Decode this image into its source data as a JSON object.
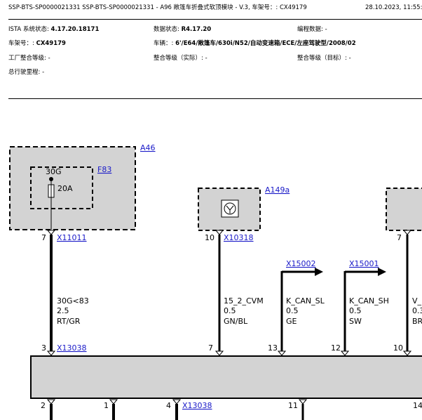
{
  "header": {
    "title": "SSP-BTS-SP0000021331  SSP-BTS-SP0000021331  - A96 敞篷车折叠式软顶模块 - V.3, 车架号：: CX49179",
    "date": "28.10.2023,  11:55:",
    "fields": [
      {
        "label": "ISTA 系统状态: ",
        "value": "4.17.20.18171"
      },
      {
        "label": "数据状态: ",
        "value": "R4.17.20"
      },
      {
        "label": "编程数据: ",
        "value": "-"
      },
      {
        "label": "车架号：: ",
        "value": "CX49179"
      },
      {
        "label": "车辆：: ",
        "value": "6'/E64/敞篷车/630i/N52/自动变速箱/ECE/左座驾驶型/2008/02"
      },
      {
        "label": "工厂整合等级: ",
        "value": "-"
      },
      {
        "label": "整合等级（实际）: ",
        "value": "-"
      },
      {
        "label": "整合等级（目标）: ",
        "value": "-"
      },
      {
        "label": "总行驶里程: ",
        "value": "-"
      }
    ]
  },
  "diagram": {
    "components": {
      "a46": "A46",
      "f83": "F83",
      "fuse_terminal": "30G",
      "fuse_rating": "20A",
      "a149a": "A149a"
    },
    "connectors": {
      "x11011": "X11011",
      "x10318": "X10318",
      "x13038_top": "X13038",
      "x13038_bottom": "X13038",
      "x15002": "X15002",
      "x15001": "X15001"
    },
    "pins": {
      "a46_out": "7",
      "a149a_out": "10",
      "right_out": "7",
      "m_3": "3",
      "m_7": "7",
      "m_13": "13",
      "m_12": "12",
      "m_10": "10",
      "m_2": "2",
      "m_1": "1",
      "m_4": "4",
      "m_11": "11",
      "m_14": "14"
    },
    "wires": [
      {
        "signal": "30G<83",
        "size": "2.5",
        "color": "RT/GR"
      },
      {
        "signal": "15_2_CVM",
        "size": "0.5",
        "color": "GN/BL"
      },
      {
        "signal": "K_CAN_SL",
        "size": "0.5",
        "color": "GE"
      },
      {
        "signal": "K_CAN_SH",
        "size": "0.5",
        "color": "SW"
      },
      {
        "signal": "V_",
        "size": "0.3",
        "color": "BR"
      }
    ]
  }
}
